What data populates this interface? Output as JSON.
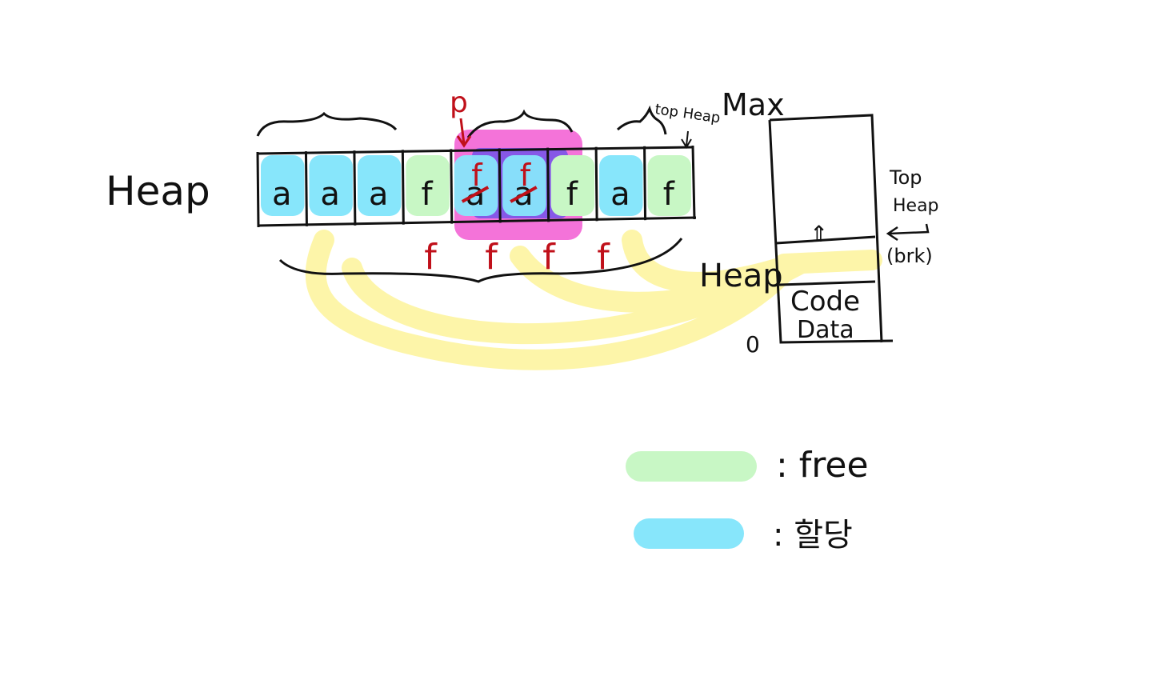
{
  "diagram": {
    "heap_label": "Heap",
    "blocks": [
      {
        "label": "a",
        "state": "allocated"
      },
      {
        "label": "a",
        "state": "allocated"
      },
      {
        "label": "a",
        "state": "allocated"
      },
      {
        "label": "f",
        "state": "free"
      },
      {
        "label": "a",
        "state": "allocated",
        "freed_mark": "f"
      },
      {
        "label": "a",
        "state": "allocated",
        "freed_mark": "f"
      },
      {
        "label": "f",
        "state": "free"
      },
      {
        "label": "a",
        "state": "allocated"
      },
      {
        "label": "f",
        "state": "free"
      }
    ],
    "pointer_label": "p",
    "top_heap_label": "top Heap",
    "below_f_marks": [
      "f",
      "f",
      "f",
      "f"
    ],
    "memory": {
      "max_label": "Max",
      "zero_label": "0",
      "heap_label": "Heap",
      "code_label": "Code",
      "data_label": "Data",
      "top_heap_label": "Top\nHeap",
      "top_heap_line1": "Top",
      "top_heap_line2": "Heap",
      "brk_label": "(brk)",
      "up_arrow": "⇑"
    }
  },
  "legend": [
    {
      "label": ": free",
      "color": "#c8f7c5"
    },
    {
      "label": ": 할당",
      "color": "#87e6fb"
    }
  ],
  "colors": {
    "allocated": "#87e6fb",
    "free": "#c8f7c5",
    "highlight_pink": "#f25ad2",
    "highlight_purple": "#7a55e8",
    "yellow": "#fdf5a0",
    "red": "#c0101a"
  }
}
